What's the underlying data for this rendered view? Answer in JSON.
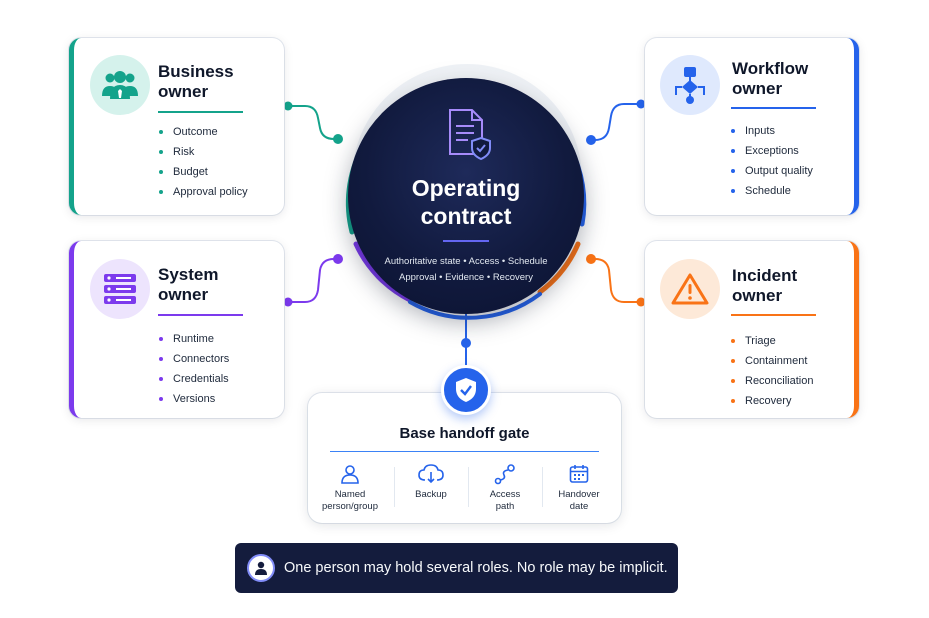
{
  "center": {
    "title_line1": "Operating",
    "title_line2": "contract",
    "tags_line1": "Authoritative state • Access • Schedule",
    "tags_line2": "Approval • Evidence • Recovery",
    "icon": "document-shield-icon"
  },
  "business": {
    "title_line1": "Business",
    "title_line2": "owner",
    "items": [
      "Outcome",
      "Risk",
      "Budget",
      "Approval policy"
    ],
    "icon": "people-group-icon",
    "accent": "#14a38b"
  },
  "system": {
    "title_line1": "System",
    "title_line2": "owner",
    "items": [
      "Runtime",
      "Connectors",
      "Credentials",
      "Versions"
    ],
    "icon": "server-stack-icon",
    "accent": "#7c3aed"
  },
  "workflow": {
    "title_line1": "Workflow",
    "title_line2": "owner",
    "items": [
      "Inputs",
      "Exceptions",
      "Output quality",
      "Schedule"
    ],
    "icon": "flowchart-icon",
    "accent": "#2563eb"
  },
  "incident": {
    "title_line1": "Incident",
    "title_line2": "owner",
    "items": [
      "Triage",
      "Containment",
      "Reconciliation",
      "Recovery"
    ],
    "icon": "warning-triangle-icon",
    "accent": "#f97316"
  },
  "gate": {
    "title": "Base handoff gate",
    "icon": "shield-check-icon",
    "items": [
      {
        "line1": "Named",
        "line2": "person/group",
        "icon": "person-icon"
      },
      {
        "line1": "Backup",
        "line2": "",
        "icon": "cloud-download-icon"
      },
      {
        "line1": "Access",
        "line2": "path",
        "icon": "route-icon"
      },
      {
        "line1": "Handover",
        "line2": "date",
        "icon": "calendar-icon"
      }
    ]
  },
  "note": {
    "text": "One person may hold several roles. No role may be implicit.",
    "icon": "user-avatar-icon"
  }
}
